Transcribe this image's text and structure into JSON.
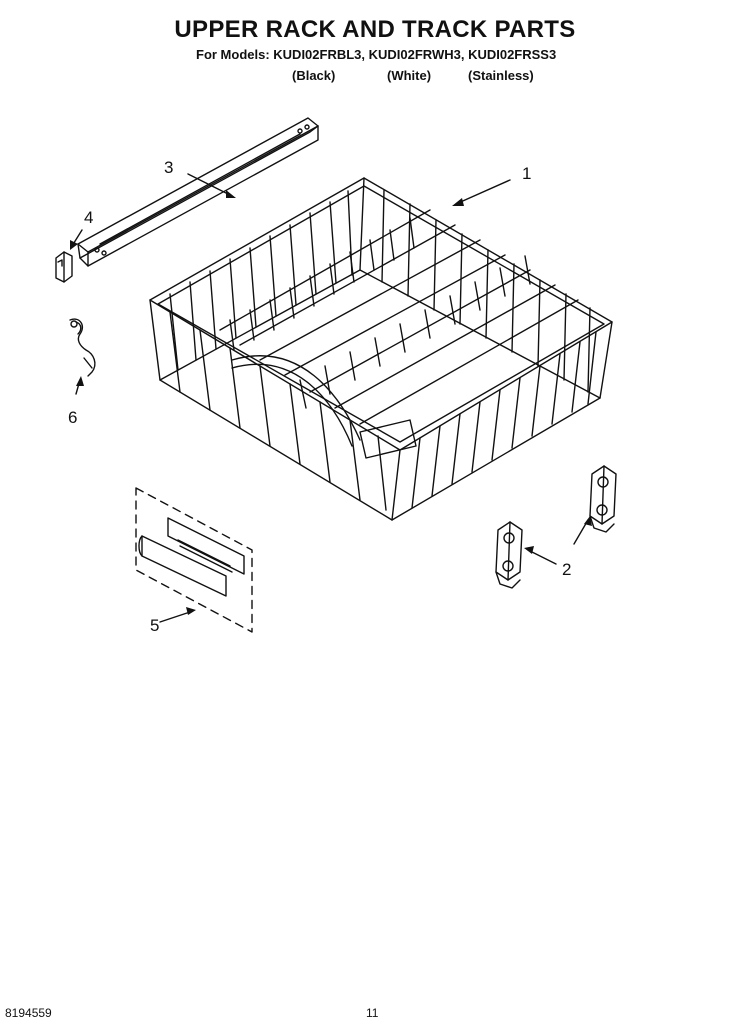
{
  "header": {
    "title": "UPPER RACK AND TRACK PARTS",
    "models_line": "For Models: KUDI02FRBL3, KUDI02FRWH3, KUDI02FRSS3",
    "finishes": [
      "(Black)",
      "(White)",
      "(Stainless)"
    ]
  },
  "callouts": [
    {
      "label": "1",
      "part": "upper-rack"
    },
    {
      "label": "2",
      "part": "rack-roller-clip"
    },
    {
      "label": "3",
      "part": "track-rail"
    },
    {
      "label": "4",
      "part": "track-end-cap"
    },
    {
      "label": "5",
      "part": "handle-assembly"
    },
    {
      "label": "6",
      "part": "stop-clip"
    }
  ],
  "footer": {
    "doc_number": "8194559",
    "page_number": "11"
  }
}
